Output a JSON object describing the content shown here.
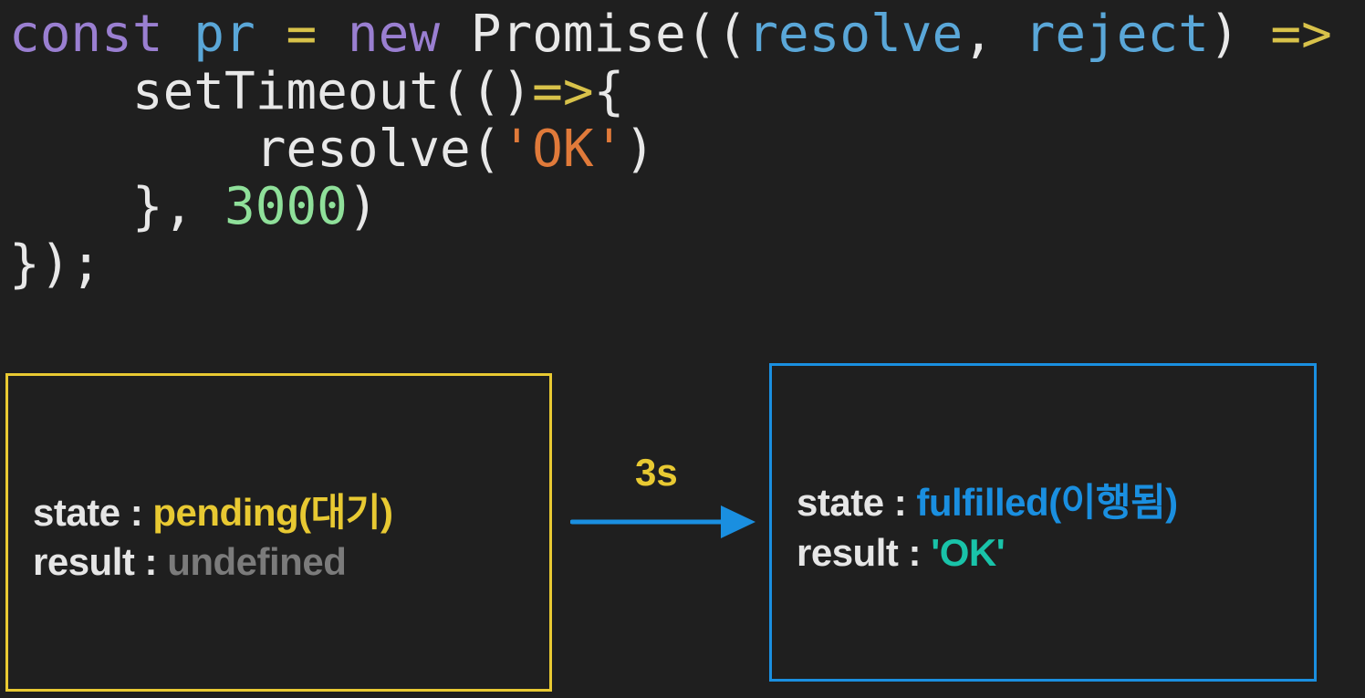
{
  "code": {
    "line1": {
      "t1": "const",
      "t2": " ",
      "t3": "pr",
      "t4": " ",
      "t5": "=",
      "t6": " ",
      "t7": "new",
      "t8": " Promise((",
      "t9": "resolve",
      "t10": ", ",
      "t11": "reject",
      "t12": ") ",
      "t13": "=>",
      "t14": " {"
    },
    "line2": {
      "indent": "    ",
      "t1": "setTimeout(()",
      "t2": "=>",
      "t3": "{"
    },
    "line3": {
      "indent": "        ",
      "t1": "resolve(",
      "t2": "'OK'",
      "t3": ")"
    },
    "line4": {
      "indent": "    ",
      "t1": "}, ",
      "t2": "3000",
      "t3": ")"
    },
    "line5": {
      "t1": "});"
    }
  },
  "pending_box": {
    "state_label": "state : ",
    "state_value": "pending(대기)",
    "result_label": "result : ",
    "result_value": "undefined"
  },
  "fulfilled_box": {
    "state_label": "state : ",
    "state_value": "fulfilled(이행됨)",
    "result_label": "result : ",
    "result_value": "'OK'"
  },
  "transition": {
    "label": "3s"
  },
  "colors": {
    "pending": "#e8c932",
    "fulfilled": "#1a8fe0",
    "result_ok": "#19c3a9",
    "undefined": "#7b7b7b",
    "background": "#1f1f1f"
  }
}
